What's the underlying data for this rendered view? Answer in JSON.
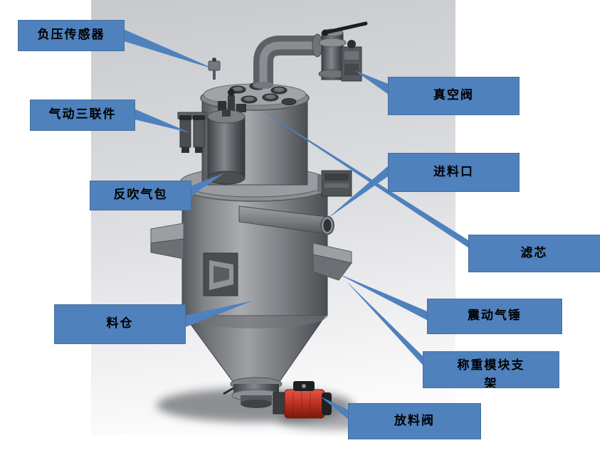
{
  "colors": {
    "callout_fill": "#4f81bd",
    "callout_border": "#41719c",
    "callout_text": "#000000",
    "leader": "#4f81bd",
    "backdrop_top": "#c7c9cd",
    "backdrop_bottom": "#fbfbfc",
    "machine_gray": "#7b7e82",
    "actuator_red": "#c03325"
  },
  "callouts": [
    {
      "id": "negative-pressure-sensor",
      "label": "负压传感器"
    },
    {
      "id": "pneumatic-frl-unit",
      "label": "气动三联件"
    },
    {
      "id": "back-blow-air-tank",
      "label": "反吹气包"
    },
    {
      "id": "material-hopper",
      "label": "料仓"
    },
    {
      "id": "vacuum-valve",
      "label": "真空阀"
    },
    {
      "id": "feed-inlet",
      "label": "进料口"
    },
    {
      "id": "filter-cartridge",
      "label": "滤芯"
    },
    {
      "id": "vibration-air-hammer",
      "label": "震动气锤"
    },
    {
      "id": "weighing-module-bracket",
      "label": "称重模块支架"
    },
    {
      "id": "discharge-valve",
      "label": "放料阀"
    }
  ]
}
